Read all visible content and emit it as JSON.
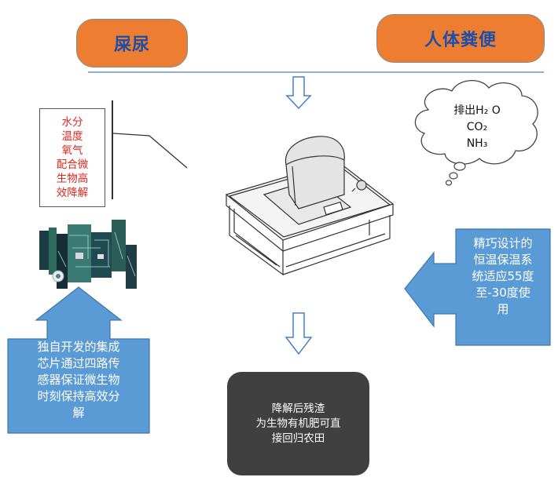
{
  "top": {
    "left_label": "屎尿",
    "right_label": "人体粪便"
  },
  "factors": [
    "水分",
    "温度",
    "氧气",
    "配合微",
    "生物高",
    "效降解"
  ],
  "cloud": {
    "line1": "排出H₂  O",
    "line2": "CO₂",
    "line3": "NH₃"
  },
  "right_callout": [
    "精巧设计的",
    "恒温保温系",
    "统适应55度",
    "至-30度使",
    "用"
  ],
  "left_callout": [
    "独自开发的集成",
    "芯片通过四路传",
    "感器保证微生物",
    "时刻保持高效分",
    "解"
  ],
  "result": [
    "降解后残渣",
    "为生物有机肥可直",
    "接回归农田"
  ],
  "colors": {
    "pill_fill": "#ed7d31",
    "pill_text": "#1f4ea8",
    "callout_fill": "#5b9bd5",
    "result_fill": "#404040",
    "factor_text": "#e0261f"
  },
  "icons": [
    "down-arrow-icon",
    "thought-cloud-icon",
    "circuit-board-image",
    "composting-machine-drawing"
  ]
}
